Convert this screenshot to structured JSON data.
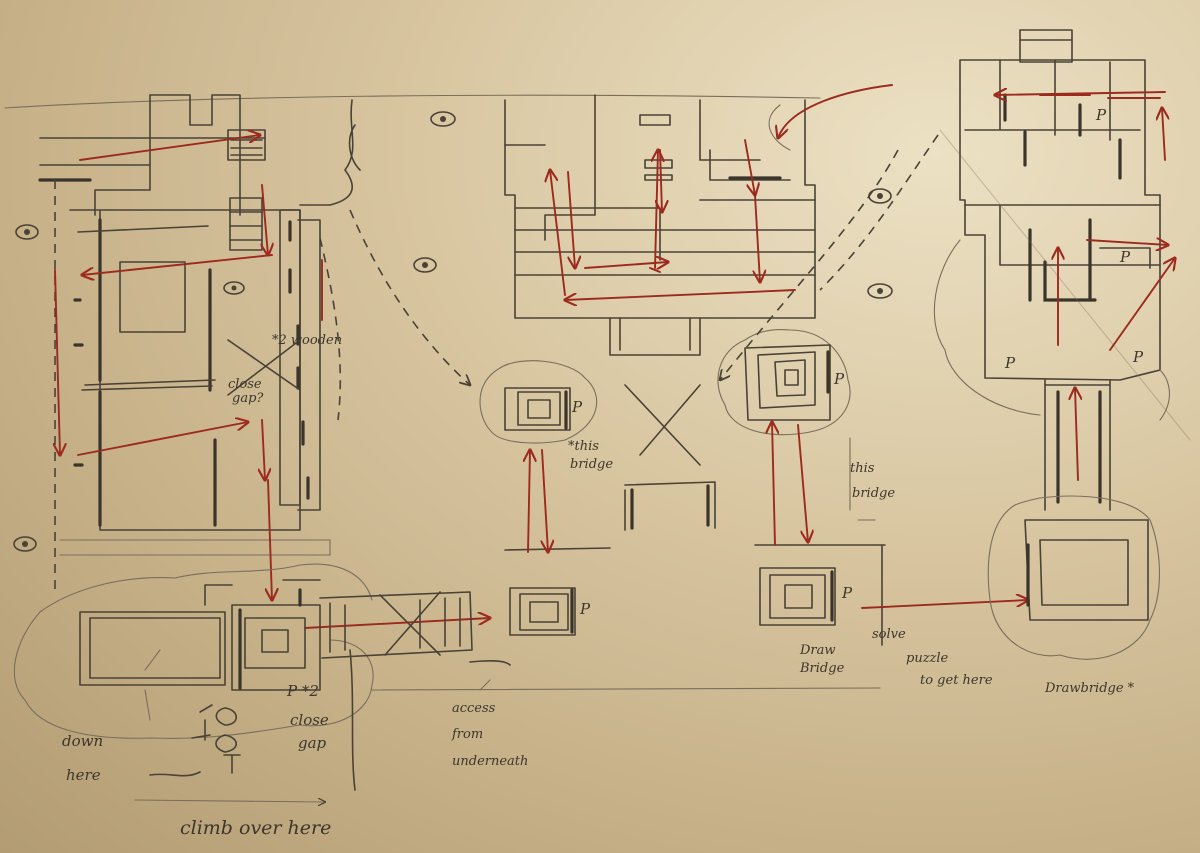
{
  "colors": {
    "paper": "#d9c7a2",
    "graphite": "#4a4236",
    "red_pencil": "#9c2a1e"
  },
  "icons": [
    "eye-icon",
    "trophy-icon"
  ],
  "annotations": {
    "close_gap_top": [
      "*2 wooden",
      "close",
      "gap?"
    ],
    "this_bridge_left": [
      "*this",
      "bridge"
    ],
    "this_bridge_right": [
      "this",
      "bridge"
    ],
    "platform_p": "P",
    "draw_bridge": [
      "Draw",
      "Bridge"
    ],
    "solve_puzzle": [
      "solve",
      "puzzle",
      "to get here"
    ],
    "drawbridge_star": "Drawbridge *",
    "close_gap_bottom": [
      "P *2",
      "close",
      "gap"
    ],
    "access_underneath": [
      "access",
      "from",
      "underneath"
    ],
    "down_here": [
      "down",
      "here"
    ],
    "climb_over_here": "climb over here"
  }
}
